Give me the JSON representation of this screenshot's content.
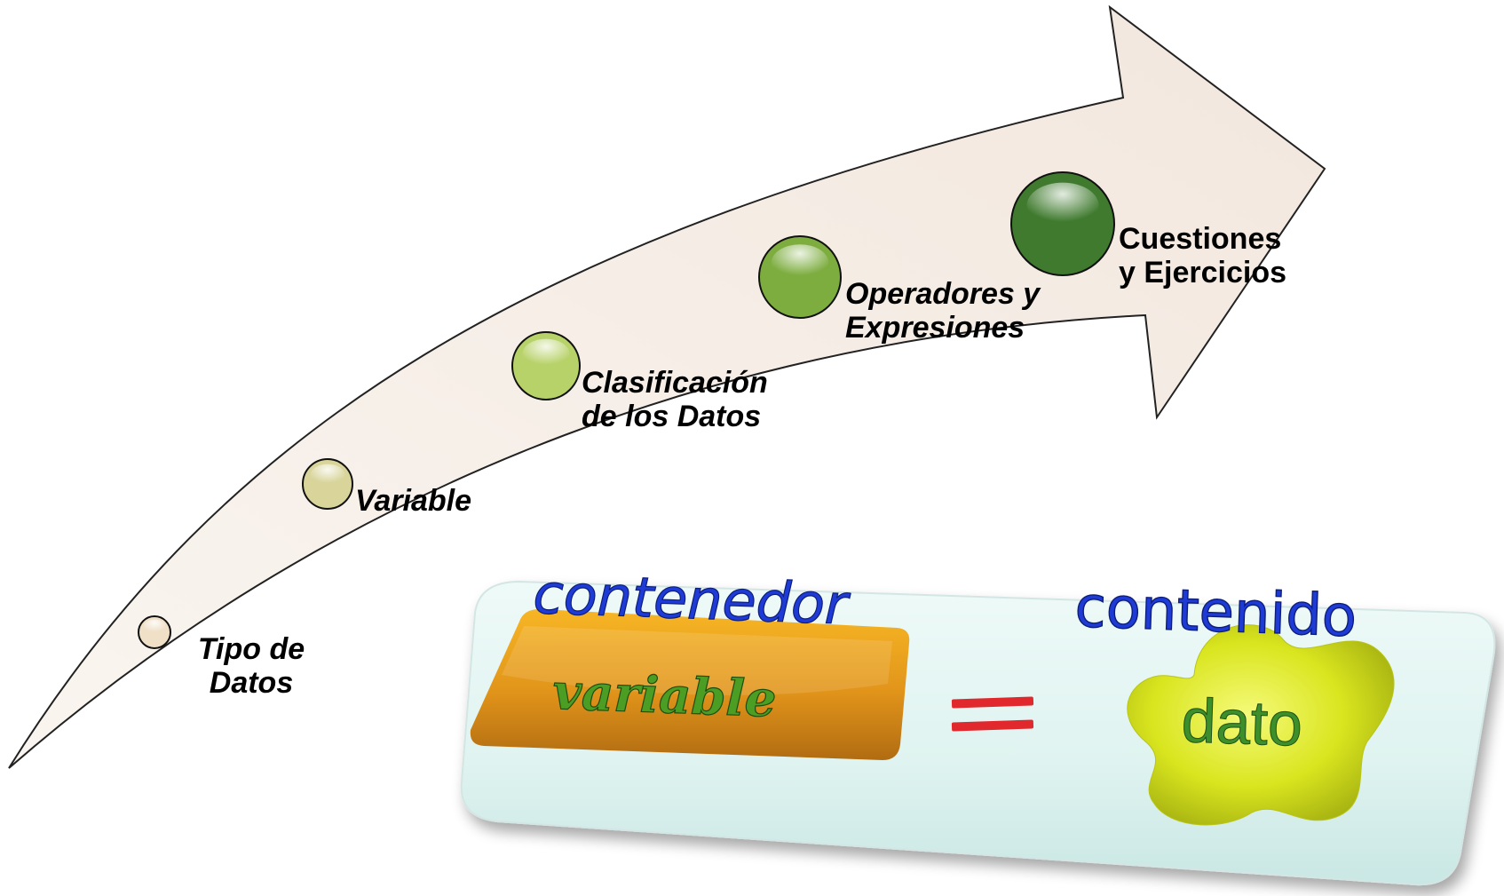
{
  "steps": [
    {
      "line1": "Tipo de",
      "line2": "Datos",
      "italic": true,
      "color": "#f0e0c8"
    },
    {
      "line1": "Variable",
      "line2": "",
      "italic": true,
      "color": "#d8d49a"
    },
    {
      "line1": "Clasificación",
      "line2": "de los Datos",
      "italic": true,
      "color": "#b8d26a"
    },
    {
      "line1": "Operadores y",
      "line2": "Expresiones",
      "italic": true,
      "color": "#7dad3f"
    },
    {
      "line1": "Cuestiones",
      "line2": "y Ejercicios",
      "italic": false,
      "color": "#3f7a2e"
    }
  ],
  "box": {
    "container_word": "contenedor",
    "variable_word": "variable",
    "equals": "=",
    "content_word": "contenido",
    "data_word": "dato"
  },
  "colors": {
    "arrow_fill": "#f3e9e1",
    "container_text": "#1f3bd6",
    "variable_text": "#4c9d24",
    "equals": "#e0282d",
    "data_text": "#3d8f2b",
    "blob": "#d9e51e"
  }
}
